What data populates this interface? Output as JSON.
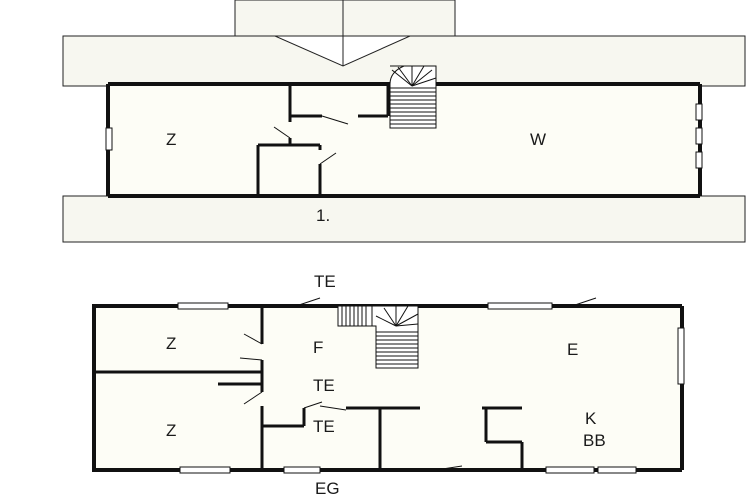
{
  "upper_floor": {
    "label": "1.",
    "rooms": {
      "z": "Z",
      "w": "W"
    }
  },
  "ground_floor": {
    "label": "EG",
    "rooms": {
      "te_top": "TE",
      "z_upper": "Z",
      "z_lower": "Z",
      "f": "F",
      "te_mid": "TE",
      "te_small": "TE",
      "e": "E",
      "k": "K",
      "bb": "BB"
    }
  },
  "colors": {
    "wall": "#111111",
    "roof": "#f7f7f0",
    "floor": "#fdfdf6",
    "outline": "#222222"
  }
}
